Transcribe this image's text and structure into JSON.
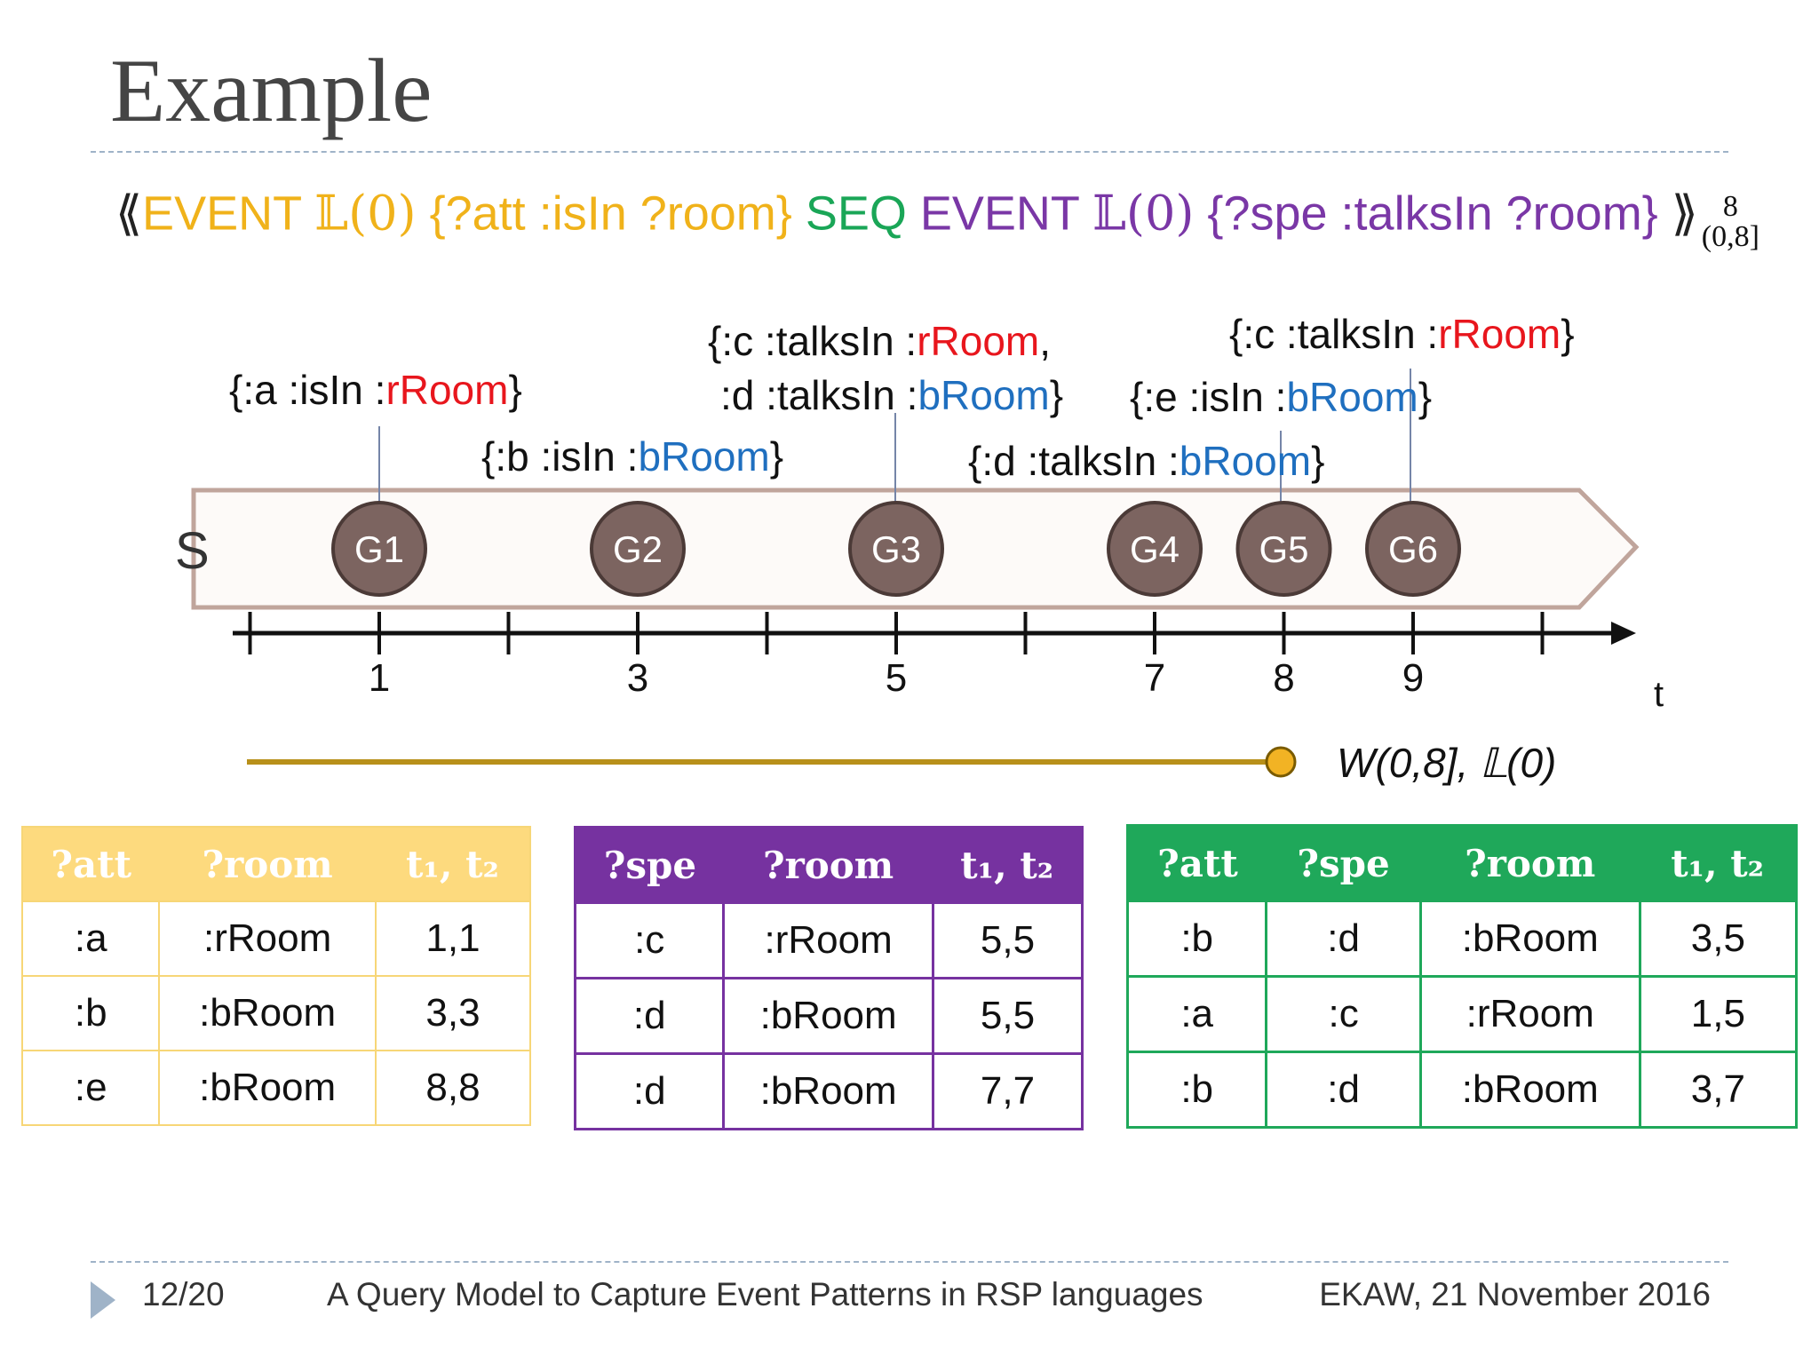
{
  "title": "Example",
  "query": {
    "open": "⟪",
    "event1": "EVENT ",
    "L1": "𝕃(0)",
    "pattern1": " {?att :isIn ?room} ",
    "seq": "SEQ ",
    "event2": "EVENT ",
    "L2": "𝕃(0)",
    "pattern2": " {?spe :talksIn ?room} ",
    "close": "⟫",
    "superscript": "8",
    "subscript": "(0,8]"
  },
  "diagram": {
    "stream_label": "S",
    "events": [
      {
        "label": "G1",
        "time": 1
      },
      {
        "label": "G2",
        "time": 3
      },
      {
        "label": "G3",
        "time": 5
      },
      {
        "label": "G4",
        "time": 7
      },
      {
        "label": "G5",
        "time": 8
      },
      {
        "label": "G6",
        "time": 9
      }
    ],
    "tick_labels": [
      "1",
      "3",
      "5",
      "7",
      "8",
      "9"
    ],
    "axis_label": "t",
    "annotations": {
      "g1": {
        "prefix": "{:a :isIn :",
        "room": "rRoom",
        "suffix": "}"
      },
      "g2": {
        "prefix": "{:b :isIn :",
        "room": "bRoom",
        "suffix": "}"
      },
      "g3_line1": {
        "prefix": "{:c :talksIn :",
        "room": "rRoom",
        "suffix": ","
      },
      "g3_line2": {
        "prefix": ":d :talksIn :",
        "room": "bRoom",
        "suffix": "}"
      },
      "g4": {
        "prefix": "{:d :talksIn :",
        "room": "bRoom",
        "suffix": "}"
      },
      "g5": {
        "prefix": "{:e :isIn :",
        "room": "bRoom",
        "suffix": "}"
      },
      "g6": {
        "prefix": "{:c :talksIn :",
        "room": "rRoom",
        "suffix": "}"
      }
    },
    "window_label": "W(0,8], 𝕃(0)",
    "colors": {
      "red_room": "#e8161d",
      "blue_room": "#1f6fbf",
      "event_circle": "#7c6460",
      "stream_border": "#c0a59c",
      "window_bar": "#b8901a",
      "window_dot": "#f2b324"
    }
  },
  "table1": {
    "headers": [
      "?att",
      "?room",
      "t₁, t₂"
    ],
    "rows": [
      [
        ":a",
        ":rRoom",
        "1,1"
      ],
      [
        ":b",
        ":bRoom",
        "3,3"
      ],
      [
        ":e",
        ":bRoom",
        "8,8"
      ]
    ]
  },
  "table2": {
    "headers": [
      "?spe",
      "?room",
      "t₁, t₂"
    ],
    "rows": [
      [
        ":c",
        ":rRoom",
        "5,5"
      ],
      [
        ":d",
        ":bRoom",
        "5,5"
      ],
      [
        ":d",
        ":bRoom",
        "7,7"
      ]
    ]
  },
  "table3": {
    "headers": [
      "?att",
      "?spe",
      "?room",
      "t₁, t₂"
    ],
    "rows": [
      [
        ":b",
        ":d",
        ":bRoom",
        "3,5"
      ],
      [
        ":a",
        ":c",
        ":rRoom",
        "1,5"
      ],
      [
        ":b",
        ":d",
        ":bRoom",
        "3,7"
      ]
    ]
  },
  "footer": {
    "page": "12/20",
    "talk": "A Query Model to Capture Event Patterns in RSP languages",
    "venue": "EKAW, 21 November 2016"
  }
}
